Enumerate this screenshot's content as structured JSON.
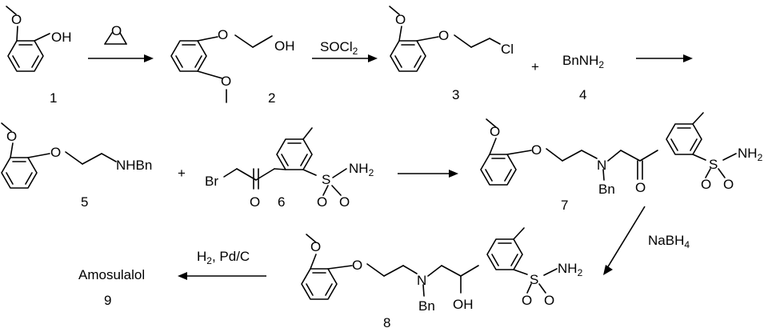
{
  "compounds": {
    "c1": {
      "number": "1",
      "oh": "OH",
      "o": "O"
    },
    "c2": {
      "number": "2",
      "o": "O",
      "oh": "OH"
    },
    "c3": {
      "number": "3",
      "o": "O",
      "cl": "Cl"
    },
    "c4": {
      "number": "4",
      "formula_main": "BnNH",
      "formula_sub": "2"
    },
    "c5": {
      "number": "5",
      "o": "O",
      "nhbn": "NHBn"
    },
    "c6": {
      "number": "6",
      "br": "Br",
      "o": "O",
      "s": "S",
      "nh2_main": "NH",
      "nh2_sub": "2"
    },
    "c7": {
      "number": "7",
      "o": "O",
      "n": "N",
      "bn": "Bn",
      "s": "S",
      "nh2_main": "NH",
      "nh2_sub": "2"
    },
    "c8": {
      "number": "8",
      "o": "O",
      "n": "N",
      "bn": "Bn",
      "oh": "OH",
      "s": "S",
      "nh2_main": "NH",
      "nh2_sub": "2"
    },
    "c9": {
      "number": "9",
      "name": "Amosulalol"
    }
  },
  "plus_signs": [
    "+",
    "+"
  ],
  "reagents": {
    "r1": {
      "text": ""
    },
    "r2": {
      "main": "SOCl",
      "sub": "2"
    },
    "r4": {
      "main": "NaBH",
      "sub": "4"
    },
    "r5": {
      "h": "H",
      "h_sub": "2",
      "rest": ", Pd/C"
    }
  }
}
